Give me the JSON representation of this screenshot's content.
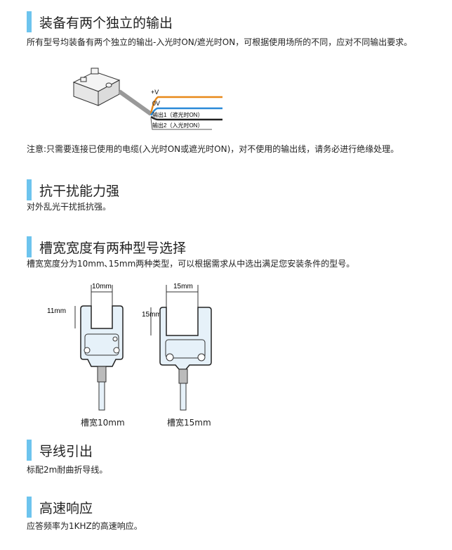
{
  "sections": [
    {
      "title": "装备有两个独立的输出",
      "text": "所有型号均装备有两个独立的输出-入光时ON/遮光时ON，可根据使用场所的不同，应对不同输出要求。",
      "note": "注意:只需要连接已使用的电缆(入光时ON或遮光时ON)，对不使用的输出线，请务必进行绝缘处理。"
    },
    {
      "title": "抗干扰能力强",
      "text": "对外乱光干扰抵抗强。"
    },
    {
      "title": "槽宽宽度有两种型号选择",
      "text": "槽宽宽度分为10mm､15mm两种类型，可以根据需求从中选出满足您安装条件的型号。"
    },
    {
      "title": "导线引出",
      "text": "标配2m耐曲折导线。"
    },
    {
      "title": "高速响应",
      "text": "应答频率为1KHZ的高速响应。"
    }
  ],
  "wiring": {
    "wires": [
      "+V",
      "0V",
      "输出1（遮光时ON）",
      "输出2（入光时ON）"
    ],
    "colors": [
      "#e8891a",
      "#2a8ad8",
      "#222222",
      "#ffffff"
    ]
  },
  "models": [
    {
      "caption": "槽宽10mm",
      "width_label": "10mm",
      "depth_label": "11mm"
    },
    {
      "caption": "槽宽15mm",
      "width_label": "15mm",
      "depth_label": "15mm"
    }
  ],
  "accent": "#6dc4ee"
}
